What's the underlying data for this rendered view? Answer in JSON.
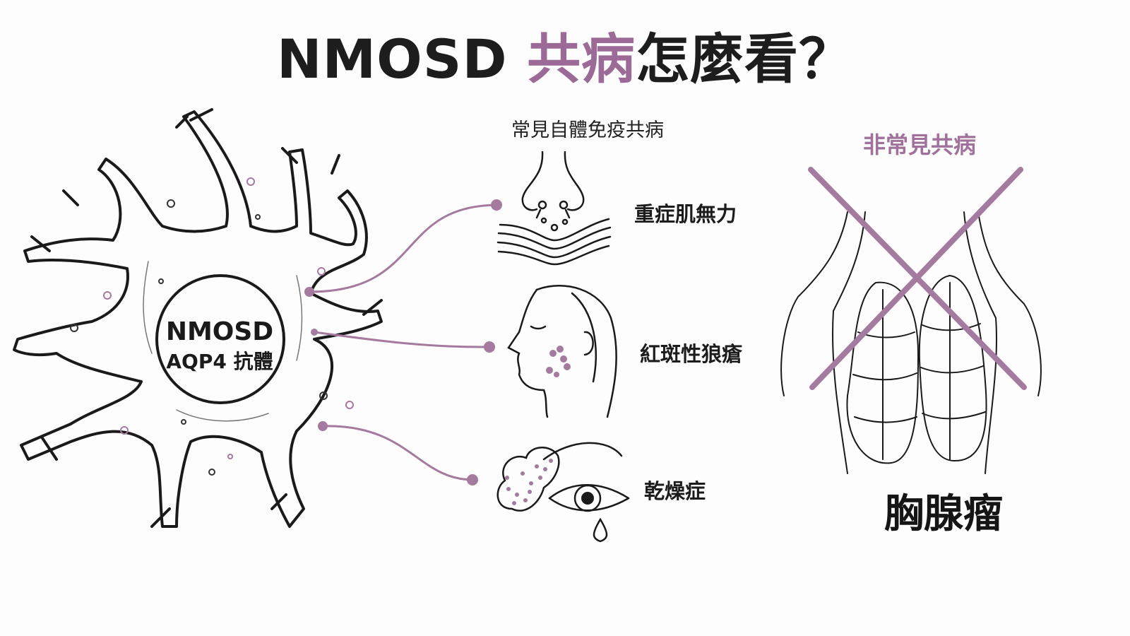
{
  "title": {
    "prefix": "NMOSD ",
    "accent": "共病",
    "suffix": "怎麼看？"
  },
  "core": {
    "line1": "NMOSD",
    "line2": "AQP4 抗體"
  },
  "common": {
    "heading": "常見自體免疫共病",
    "items": [
      {
        "label": "重症肌無力",
        "icon": "myasthenia-nose-muscle-icon"
      },
      {
        "label": "紅斑性狼瘡",
        "icon": "lupus-face-butterfly-icon"
      },
      {
        "label": "乾燥症",
        "icon": "dry-eye-gland-icon"
      }
    ]
  },
  "rare": {
    "heading": "非常見共病",
    "label": "胸腺瘤",
    "icon": "thymus-crossed-icon"
  },
  "colors": {
    "accent": "#9c6a96",
    "ink": "#1d1d1d"
  }
}
